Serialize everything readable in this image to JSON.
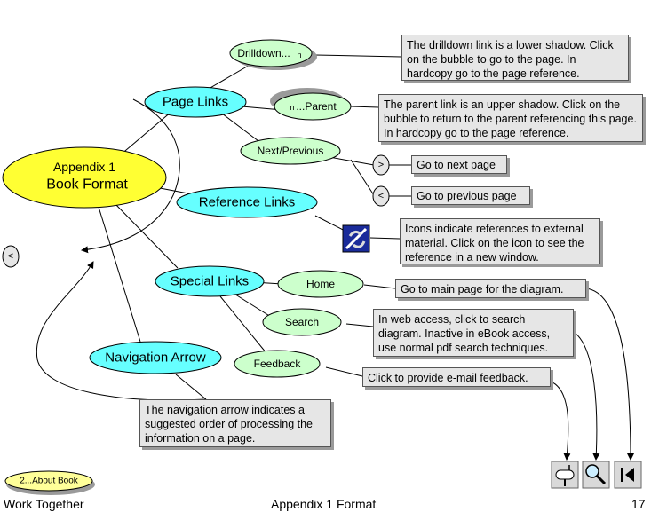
{
  "central_node": {
    "line1": "Appendix 1",
    "line2": "Book Format"
  },
  "nodes": {
    "page_links": "Page Links",
    "reference_links": "Reference Links",
    "special_links": "Special Links",
    "navigation_arrow": "Navigation Arrow",
    "drilldown": "Drilldown...",
    "drilldown_suffix": "n",
    "parent_prefix": "n",
    "parent": "...Parent",
    "next_previous": "Next/Previous",
    "home": "Home",
    "search": "Search",
    "feedback": "Feedback",
    "next_button": ">",
    "prev_button": "<",
    "left_nav_button": "<",
    "about_book": "2...About Book"
  },
  "callouts": {
    "drilldown": "The drilldown link is a lower shadow.  Click on the bubble to go to the page.  In hardcopy go to the page reference.",
    "parent": "The parent link is an upper shadow.  Click on the bubble to return to the parent referencing this page.  In hardcopy go to the page reference.",
    "next": "Go to next page",
    "previous": "Go to previous page",
    "icons": "Icons indicate references to external material.  Click on the icon to see the reference in a new window.",
    "home": "Go to main page for the diagram.",
    "search": "In web access, click to search diagram.  Inactive in eBook access, use normal pdf search techniques.",
    "feedback": "Click to provide e-mail feedback.",
    "navigation": "The navigation arrow indicates a suggested order of processing the information on a page."
  },
  "footer": {
    "left": "Work Together",
    "center": "Appendix 1 Format",
    "page": "17"
  },
  "icons": [
    "external-link-icon",
    "mailbox-icon",
    "magnifier-icon",
    "home-first-page-icon"
  ],
  "colors": {
    "central": "#ffff33",
    "primary": "#66ffff",
    "secondary": "#ccffcc",
    "callout": "#e6e6e6"
  }
}
